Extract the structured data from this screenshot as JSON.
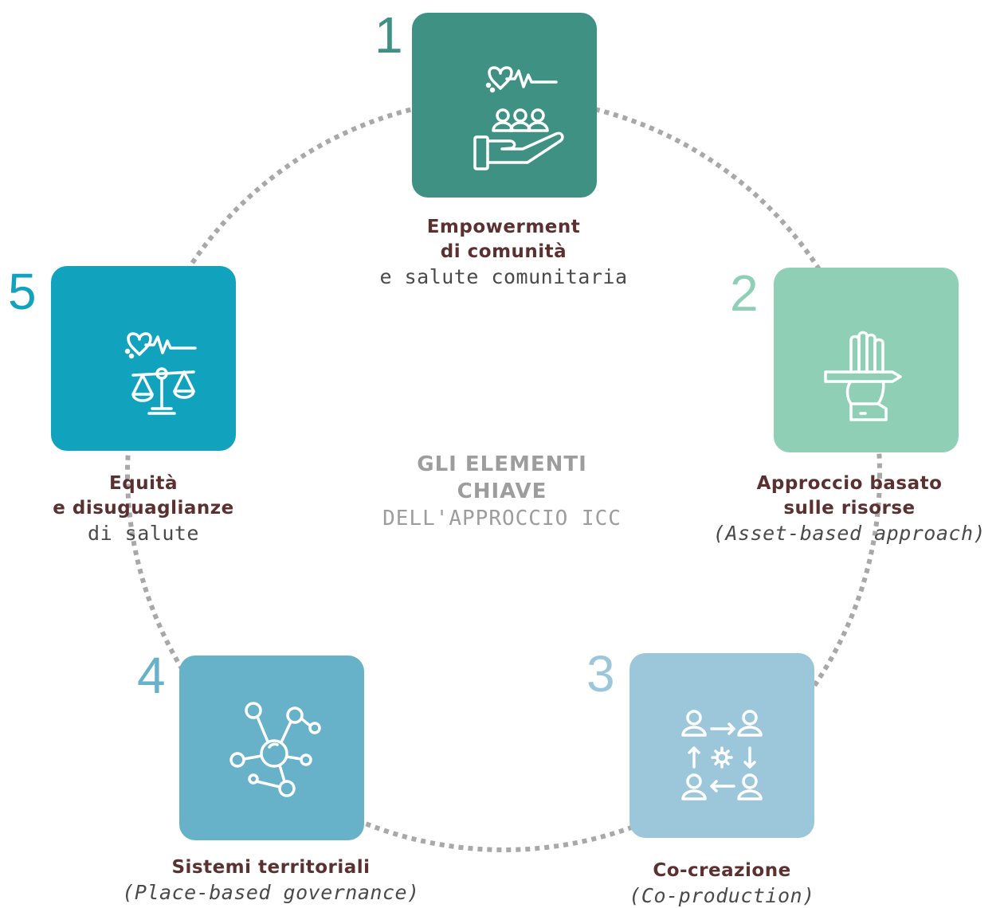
{
  "colors": {
    "el1": "#3e9183",
    "el2": "#8ecfb6",
    "el3": "#9cc7da",
    "el4": "#67b2c9",
    "el5": "#11a3bd",
    "ring": "#a8a8a8",
    "caption_bold": "#5b3030",
    "center_text": "#9d9d9d"
  },
  "center": {
    "line1": "GLI ELEMENTI",
    "line2": "CHIAVE",
    "line3": "DELL'APPROCCIO ICC"
  },
  "elements": [
    {
      "number": "1",
      "icon": "heartbeat-community-hand-icon",
      "bold1": "Empowerment",
      "bold2": "di comunità",
      "normal": "e salute comunitaria"
    },
    {
      "number": "2",
      "icon": "raised-fist-pencil-icon",
      "bold1": "Approccio basato",
      "bold2": "sulle risorse",
      "italic": "(Asset-based approach)"
    },
    {
      "number": "3",
      "icon": "co-creation-cycle-icon",
      "bold1": "Co-creazione",
      "italic": "(Co-production)"
    },
    {
      "number": "4",
      "icon": "network-nodes-icon",
      "bold1": "Sistemi territoriali",
      "italic": "(Place-based governance)"
    },
    {
      "number": "5",
      "icon": "heartbeat-scales-icon",
      "bold1": "Equità",
      "bold2": "e disuguaglianze",
      "normal": "di salute"
    }
  ]
}
